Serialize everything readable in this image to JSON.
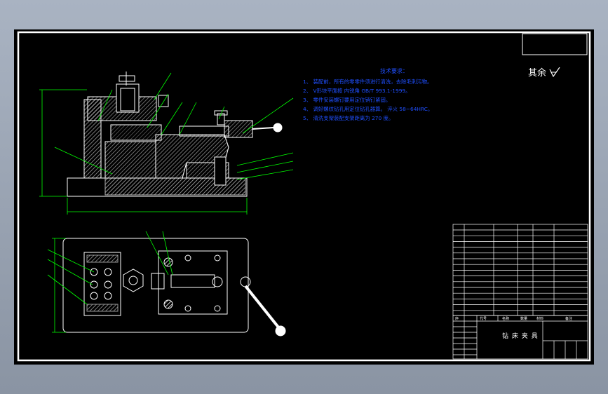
{
  "notes": {
    "title": "技术要求：",
    "items": [
      "1、 装配前，所有的零零件须进行清洗，去除毛刺污物。",
      "2、 V形块平面按 内锐角 GB/T 993.1-1999。",
      "3、 零件安装螺钉要用定位销钉紧固。",
      "4、 调好螺纹钻孔用定位钻孔器算。 淬火 58~64HRC。",
      "5、 清洗支架装配支架距离为 270 度。"
    ]
  },
  "roughness": {
    "label": "其余"
  },
  "title_block": {
    "drawing_name": "钻 床 夹 具",
    "header_cells": [
      "序",
      "代号",
      "名称",
      "数量",
      "材料",
      "备注"
    ]
  },
  "colors": {
    "frame": "#ffffff",
    "note_text": "#1f4fff",
    "dimension": "#00ff00",
    "hatch": "#ffffff"
  }
}
